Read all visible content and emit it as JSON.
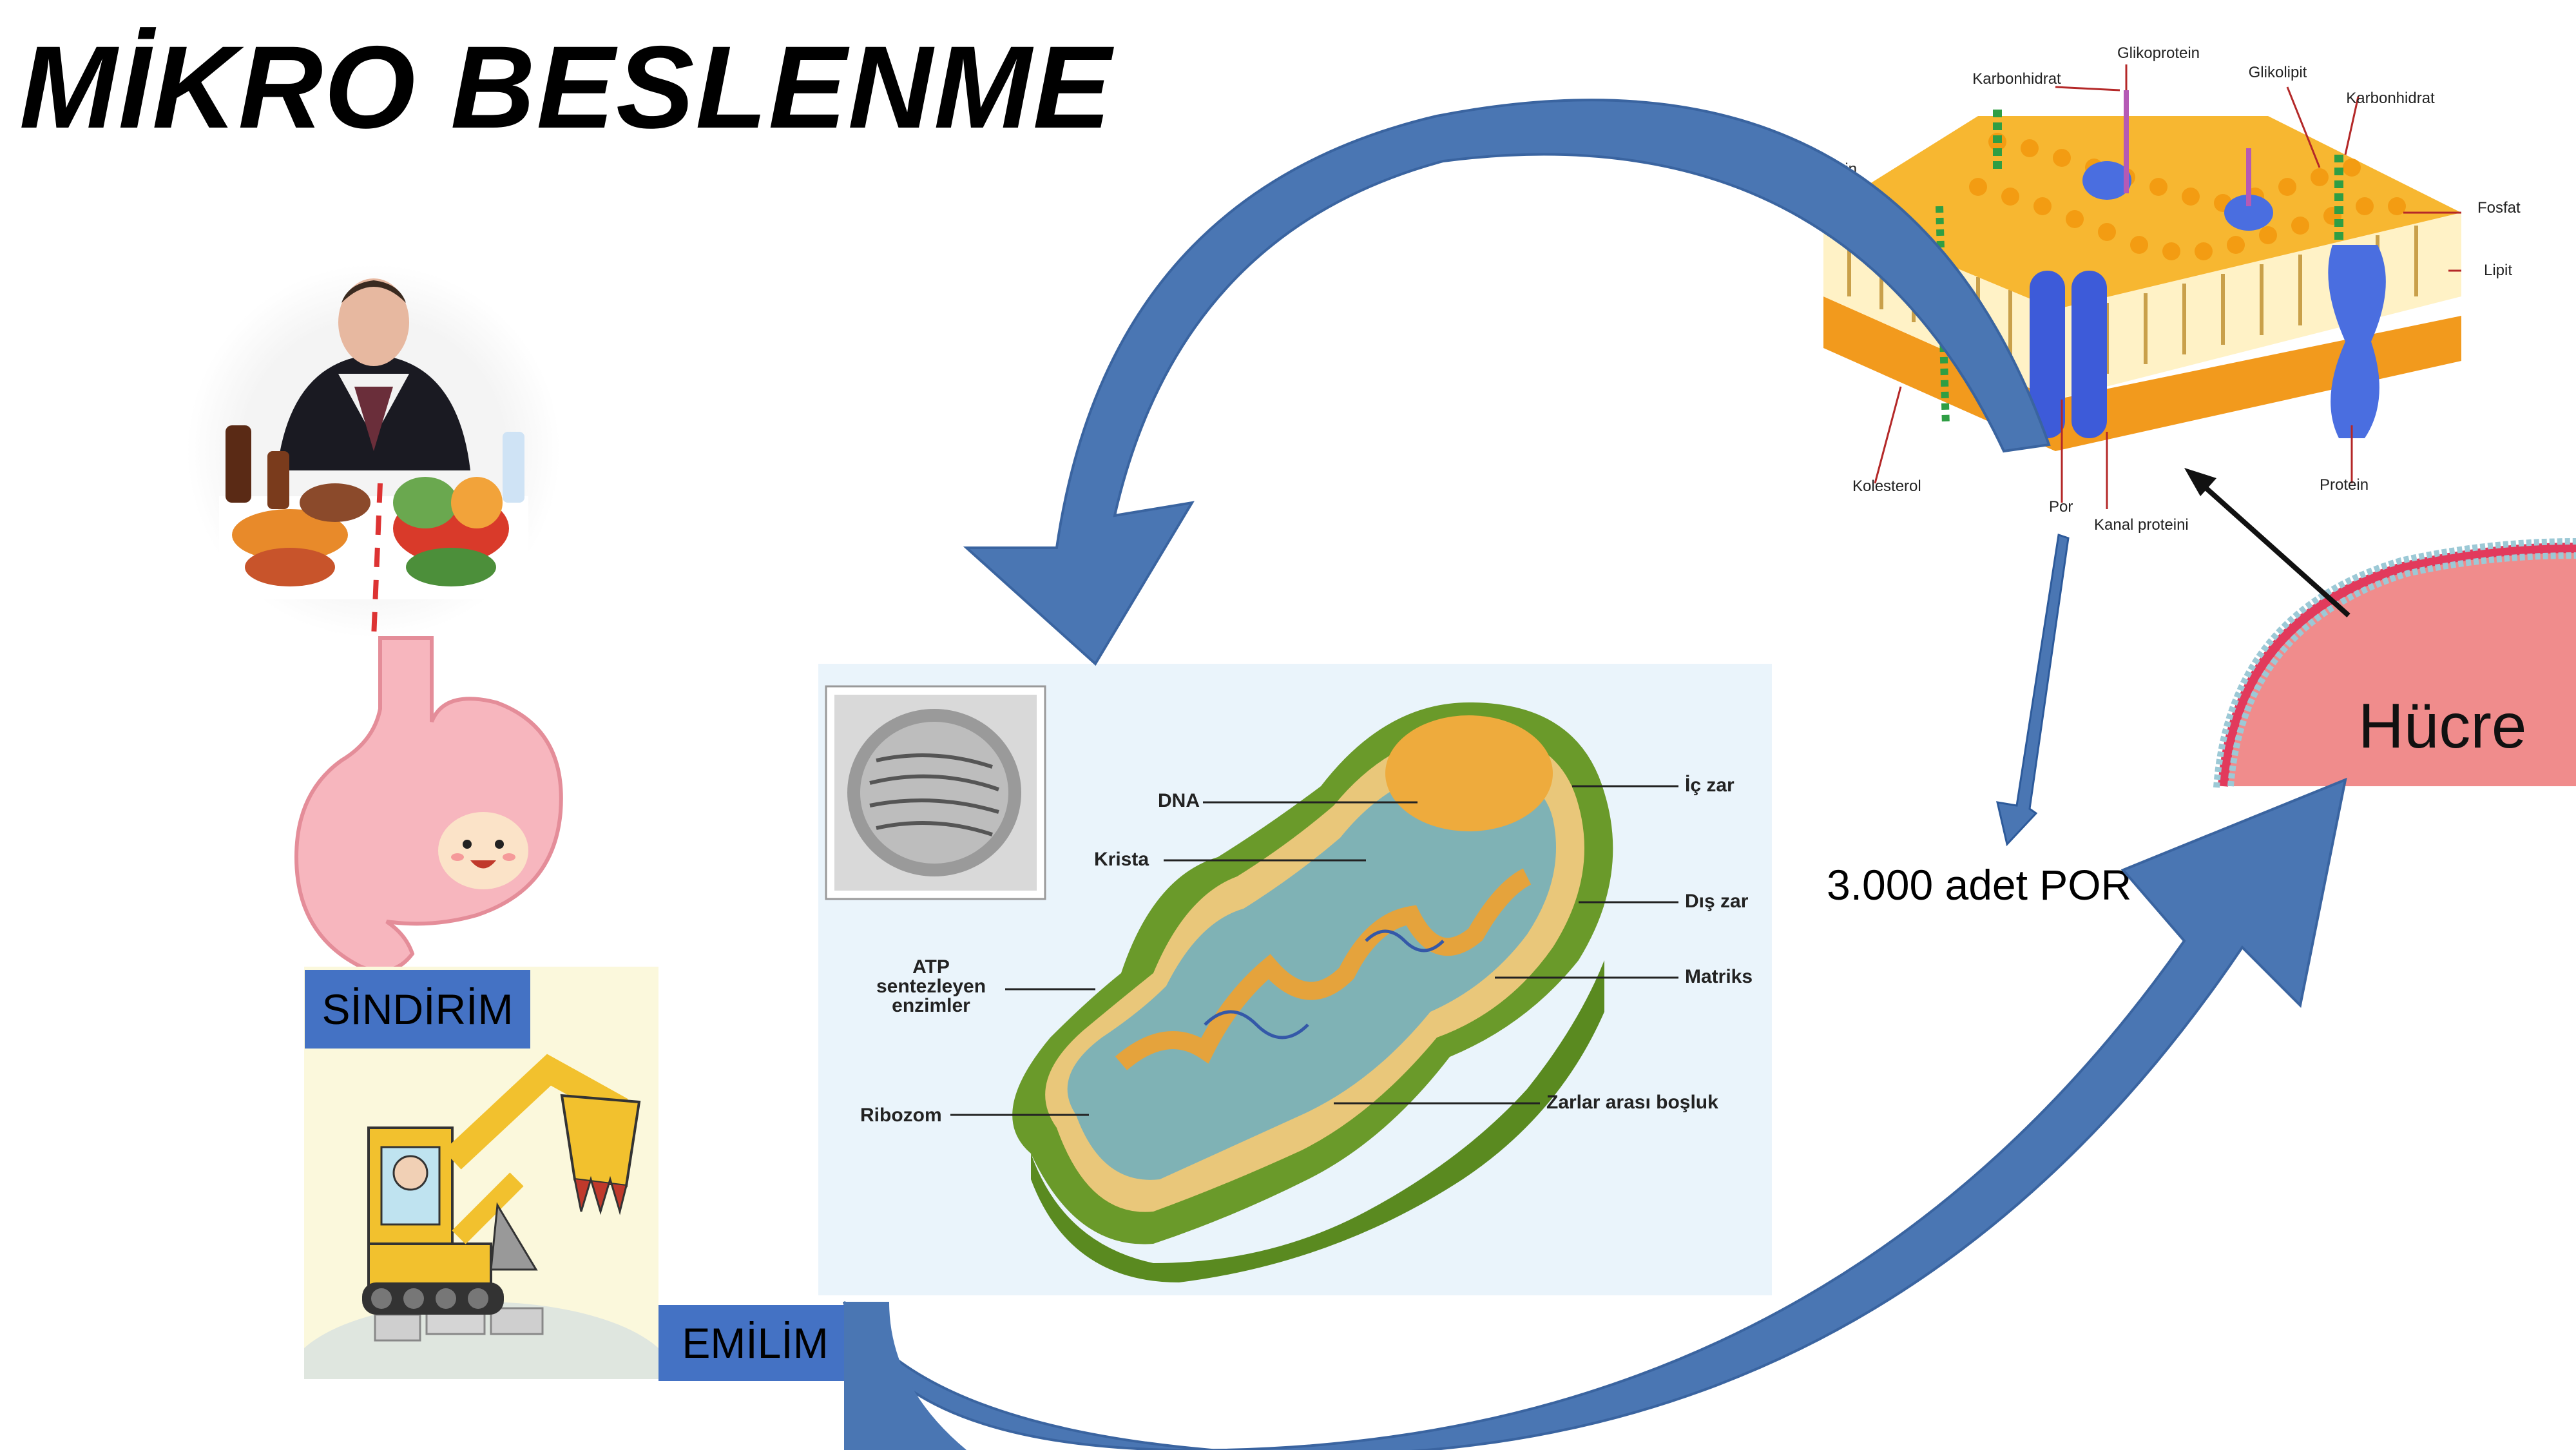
{
  "title": "MİKRO BESLENME",
  "labels": {
    "sindirim": "SİNDİRİM",
    "emilim": "EMİLİM",
    "por_count": "3.000 adet POR",
    "hucre": "Hücre"
  },
  "mitochondria": {
    "dna": "DNA",
    "krista": "Krista",
    "atp_1": "ATP",
    "atp_2": "sentezleyen",
    "atp_3": "enzimler",
    "ribozom": "Ribozom",
    "ic_zar": "İç zar",
    "dis_zar": "Dış zar",
    "matriks": "Matriks",
    "zarlar_arasi": "Zarlar arası boşluk"
  },
  "membrane": {
    "glikoprotein": "Glikoprotein",
    "karbonhidrat_left": "Karbonhidrat",
    "glikolipit": "Glikolipit",
    "karbonhidrat_right": "Karbonhidrat",
    "fosfat": "Fosfat",
    "lipit": "Lipit",
    "kolesterol": "Kolesterol",
    "por": "Por",
    "kanal_proteini": "Kanal proteini",
    "protein": "Protein",
    "cut_label": "ein"
  },
  "colors": {
    "arrow_blue": "#4a76b3",
    "label_box": "#4472c4",
    "membrane_orange": "#f5a623",
    "cell_pink": "#f08080"
  }
}
